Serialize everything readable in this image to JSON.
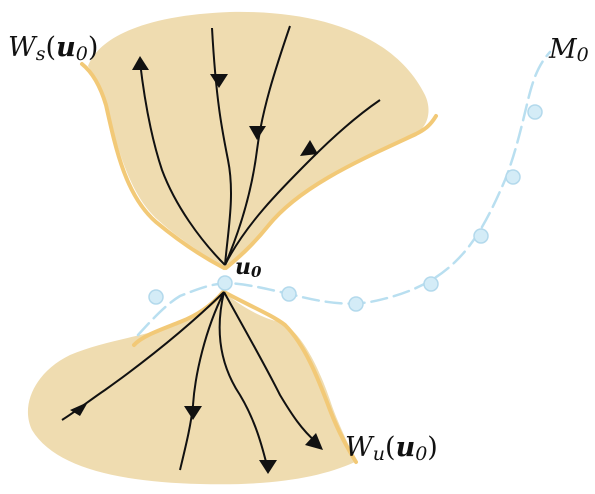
{
  "labels": {
    "stable_manifold": {
      "letter": "W",
      "subscript": "s",
      "argument": "u",
      "argument_sub": "0"
    },
    "unstable_manifold": {
      "letter": "W",
      "subscript": "u",
      "argument": "u",
      "argument_sub": "0"
    },
    "center_manifold": {
      "letter": "M",
      "subscript": "0"
    },
    "equilibrium": {
      "letter": "u",
      "subscript": "0"
    },
    "open_paren": "(",
    "close_paren": ")"
  },
  "colors": {
    "manifold_fill": "#efdcb0",
    "manifold_edge": "#f2c977",
    "center_curve": "#b9dff0",
    "center_dots": "#cfeaf6",
    "trajectory": "#111111"
  }
}
